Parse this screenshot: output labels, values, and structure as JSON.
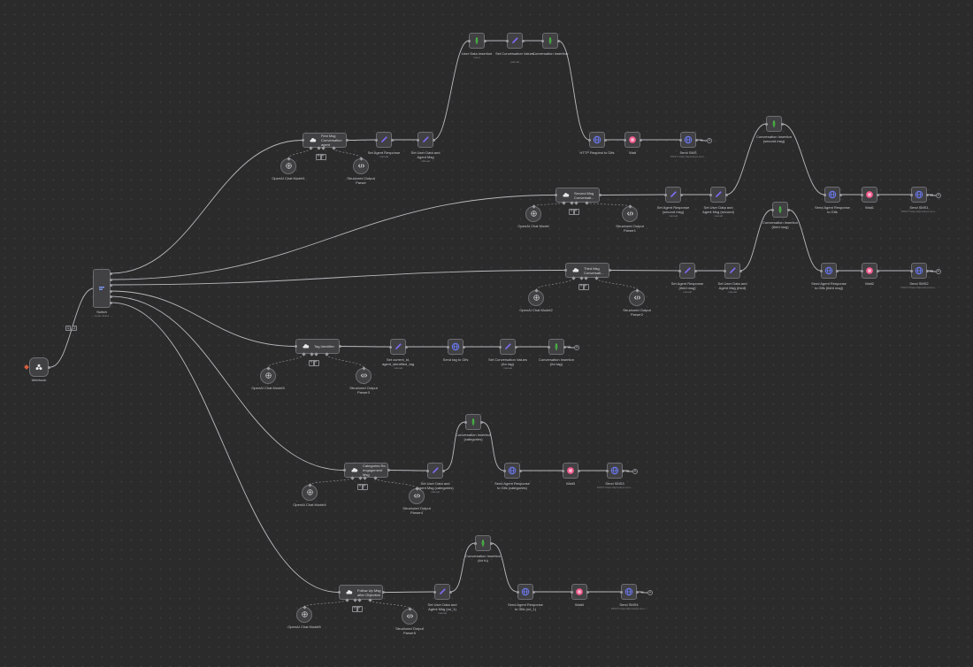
{
  "colors": {
    "background": "#2c2b2c",
    "node": "#414043",
    "border": "#6d6c70",
    "edge": "#b9b8bc",
    "set": "#7b6cf0",
    "code": "#4fc24a",
    "http": "#6b7bf5",
    "wait": "#f05a8c",
    "trigger": "#d9603b"
  },
  "trigger": {
    "label": "Webhook",
    "icon": "webhook-icon"
  },
  "switch": {
    "label": "Switch",
    "sub": "mode: Rules",
    "icon": "switch-icon"
  },
  "connection_badges": [
    "1",
    "2"
  ],
  "branches": [
    {
      "agent": "First Msg Conversation agent",
      "model": "OpenAI Chat Model1",
      "parser": "Structured Output Parser",
      "nodes": [
        {
          "label": "Set Agent Response",
          "sub": "manual",
          "icon": "pencil-icon"
        },
        {
          "label": "Set User Data and Agent Msg",
          "sub": "manual",
          "icon": "pencil-icon"
        },
        {
          "label": "User Data Insertion",
          "sub": "insert",
          "icon": "code-icon"
        },
        {
          "label": "Set Conversation Values",
          "sub": "manual",
          "icon": "pencil-icon"
        },
        {
          "label": "Conversation Insertion",
          "sub": "",
          "icon": "code-icon"
        },
        {
          "label": "HTTP Request to Gifs",
          "sub": "",
          "icon": "globe-icon"
        },
        {
          "label": "Wait",
          "sub": "",
          "icon": "pause-icon"
        },
        {
          "label": "Send SMS",
          "sub": "POST: https://api.telnyx.com...",
          "icon": "globe-icon"
        }
      ]
    },
    {
      "agent": "Second Msg Conversati...",
      "model": "OpenAI Chat Model",
      "parser": "Structured Output Parser1",
      "nodes": [
        {
          "label": "Set Agent Response (second msg)",
          "sub": "manual",
          "icon": "pencil-icon"
        },
        {
          "label": "Set User Data and Agent Msg (second)",
          "sub": "manual",
          "icon": "pencil-icon"
        },
        {
          "label": "Conversation Insertion (second msg)",
          "sub": "",
          "icon": "code-icon"
        },
        {
          "label": "Send Agent Response to Gifs",
          "sub": "",
          "icon": "globe-icon"
        },
        {
          "label": "Wait1",
          "sub": "",
          "icon": "pause-icon"
        },
        {
          "label": "Send SMS1",
          "sub": "POST: https://api.telnyx.com...",
          "icon": "globe-icon"
        }
      ]
    },
    {
      "agent": "Third Msg Conversati...",
      "model": "OpenAI Chat Model2",
      "parser": "Structured Output Parser2",
      "nodes": [
        {
          "label": "Set Agent Response (third msg)",
          "sub": "manual",
          "icon": "pencil-icon"
        },
        {
          "label": "Set User Data and Agent Msg (third)",
          "sub": "manual",
          "icon": "pencil-icon"
        },
        {
          "label": "Conversation Insertion (third msg)",
          "sub": "",
          "icon": "code-icon"
        },
        {
          "label": "Send Agent Response to Gifs (third msg)",
          "sub": "",
          "icon": "globe-icon"
        },
        {
          "label": "Wait2",
          "sub": "",
          "icon": "pause-icon"
        },
        {
          "label": "Send SMS2",
          "sub": "POST: https://api.telnyx.com...",
          "icon": "globe-icon"
        }
      ]
    },
    {
      "agent": "Tag Identifier",
      "model": "OpenAI Chat Model3",
      "parser": "Structured Output Parser3",
      "nodes": [
        {
          "label": "Set current_id, agent_identified_tag",
          "sub": "manual",
          "icon": "pencil-icon"
        },
        {
          "label": "Send tag to Gifs",
          "sub": "",
          "icon": "globe-icon"
        },
        {
          "label": "Set Conversation Values (for tag)",
          "sub": "manual",
          "icon": "pencil-icon"
        },
        {
          "label": "Conversation Insertion (for tag)",
          "sub": "",
          "icon": "code-icon"
        }
      ]
    },
    {
      "agent": "Categories Re-engagement Msg",
      "model": "OpenAI Chat Model4",
      "parser": "Structured Output Parser4",
      "nodes": [
        {
          "label": "Set User Data and Agent Msg (categories)",
          "sub": "manual",
          "icon": "pencil-icon"
        },
        {
          "label": "Conversation Insertion (categories)",
          "sub": "",
          "icon": "code-icon"
        },
        {
          "label": "Send Agent Response to Gifs (categories)",
          "sub": "",
          "icon": "globe-icon"
        },
        {
          "label": "Wait3",
          "sub": "",
          "icon": "pause-icon"
        },
        {
          "label": "Send SMS3",
          "sub": "POST: https://api.telnyx.com...",
          "icon": "globe-icon"
        }
      ]
    },
    {
      "agent": "Follow Up Msg after Objection",
      "model": "OpenAI Chat Model5",
      "parser": "Structured Output Parser5",
      "nodes": [
        {
          "label": "Set User Data and Agent Msg (no_1)",
          "sub": "manual",
          "icon": "pencil-icon"
        },
        {
          "label": "Conversation Insertion (for fu)",
          "sub": "",
          "icon": "code-icon"
        },
        {
          "label": "Send Agent Response to Gifs (no_1)",
          "sub": "",
          "icon": "globe-icon"
        },
        {
          "label": "Wait4",
          "sub": "",
          "icon": "pause-icon"
        },
        {
          "label": "Send SMS4",
          "sub": "POST: https://api.telnyx.com...",
          "icon": "globe-icon"
        }
      ]
    }
  ]
}
